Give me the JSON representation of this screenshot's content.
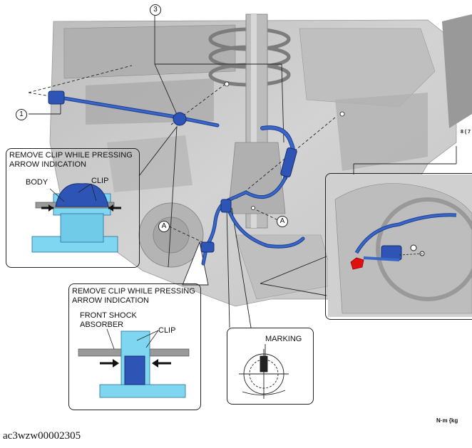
{
  "diagram": {
    "callout_numbers": {
      "item1": "1",
      "item3": "3",
      "mark_a1": "A",
      "mark_a2": "A"
    },
    "upper_callout": {
      "instruction_line1": "REMOVE CLIP WHILE PRESSING",
      "instruction_line2": "ARROW INDICATION",
      "body_label": "BODY",
      "clip_label": "CLIP"
    },
    "lower_callout": {
      "instruction_line1": "REMOVE CLIP WHILE PRESSING",
      "instruction_line2": "ARROW INDICATION",
      "absorber_line1": "FRONT SHOCK",
      "absorber_line2": "ABSORBER",
      "clip_label": "CLIP"
    },
    "marking_callout": {
      "label": "MARKING"
    },
    "torque_unit": "N·m {kg",
    "cutoff_text": "8 ( 7",
    "document_id": "ac3wzw00002305"
  },
  "colors": {
    "sensor_blue": "#3a66c8",
    "sensor_dark": "#1d3f8f",
    "clip_cyan": "#7ed6f0",
    "background_gray": "#c8c8c8",
    "highlight_red": "#e01010"
  }
}
